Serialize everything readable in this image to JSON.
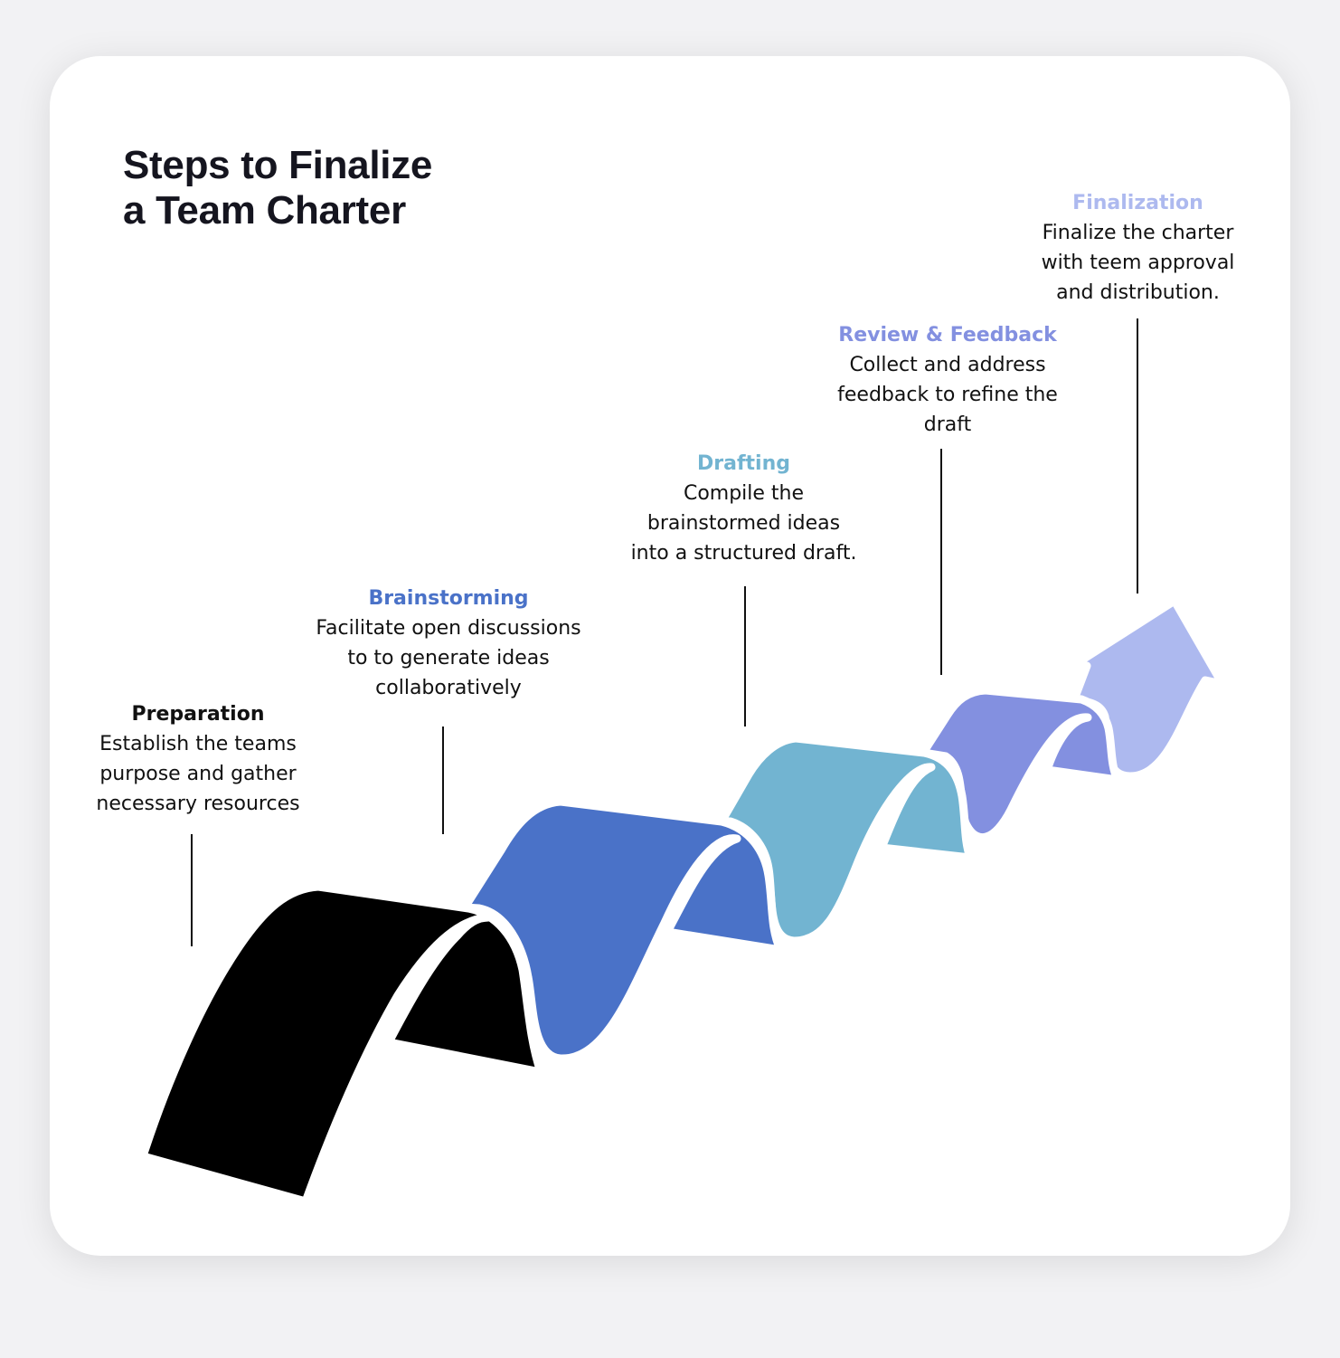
{
  "title": {
    "line1": "Steps to Finalize",
    "line2": "a Team Charter"
  },
  "steps": [
    {
      "name": "Preparation",
      "color": "#000000",
      "desc": [
        "Establish the teams",
        "purpose and gather",
        "necessary resources"
      ]
    },
    {
      "name": "Brainstorming",
      "color": "#4a72c8",
      "desc": [
        "Facilitate open discussions",
        "to to generate ideas",
        "collaboratively"
      ]
    },
    {
      "name": "Drafting",
      "color": "#72b4d1",
      "desc": [
        "Compile the",
        "brainstormed ideas",
        "into a structured draft."
      ]
    },
    {
      "name": "Review & Feedback",
      "color": "#8390e0",
      "desc": [
        "Collect and address",
        "feedback to refine the",
        "draft"
      ]
    },
    {
      "name": "Finalization",
      "color": "#adb9ef",
      "desc": [
        "Finalize the charter",
        "with teem approval",
        "and distribution."
      ]
    }
  ]
}
